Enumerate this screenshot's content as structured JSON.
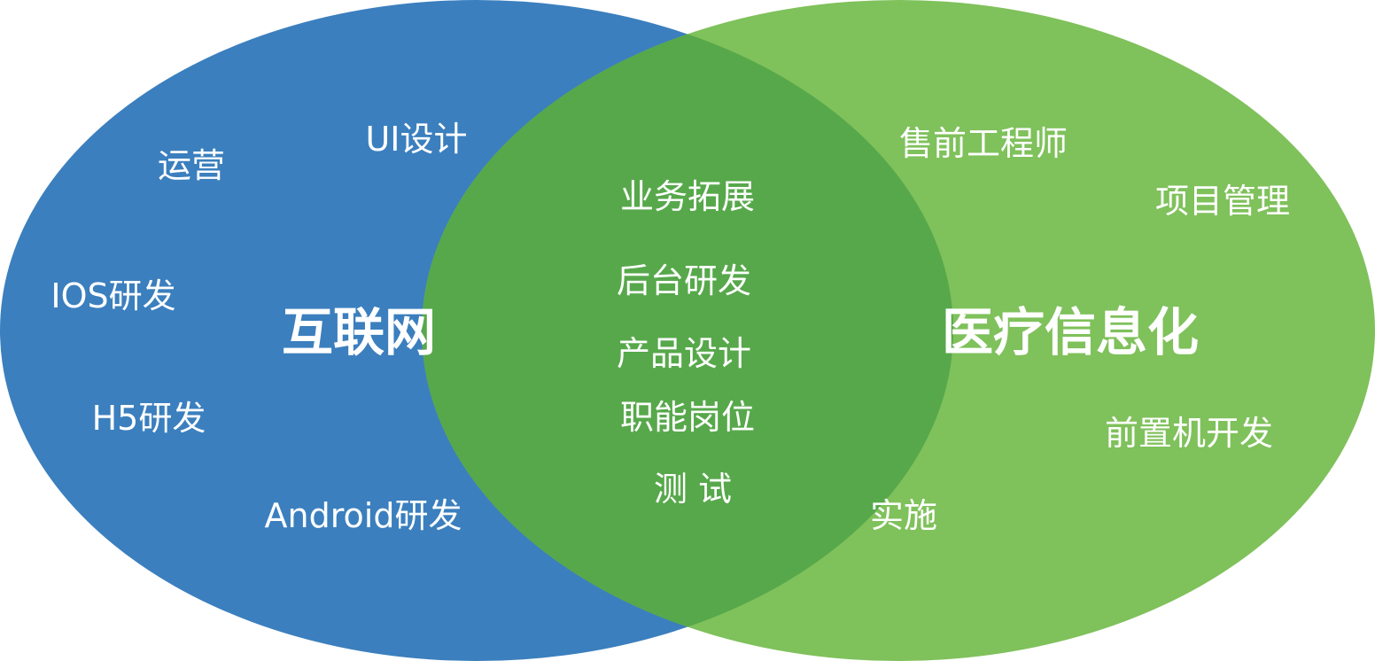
{
  "colors": {
    "left_circle": "#3b7fbe",
    "right_circle": "#7fc15b",
    "overlap": "#57a84b",
    "text": "#ffffff"
  },
  "left": {
    "title": "互联网",
    "items": [
      "运营",
      "UI设计",
      "IOS研发",
      "H5研发",
      "Android研发"
    ]
  },
  "right": {
    "title": "医疗信息化",
    "items": [
      "售前工程师",
      "项目管理",
      "前置机开发",
      "实施"
    ]
  },
  "overlap": {
    "items": [
      "业务拓展",
      "后台研发",
      "产品设计",
      "职能岗位",
      "测 试"
    ]
  }
}
